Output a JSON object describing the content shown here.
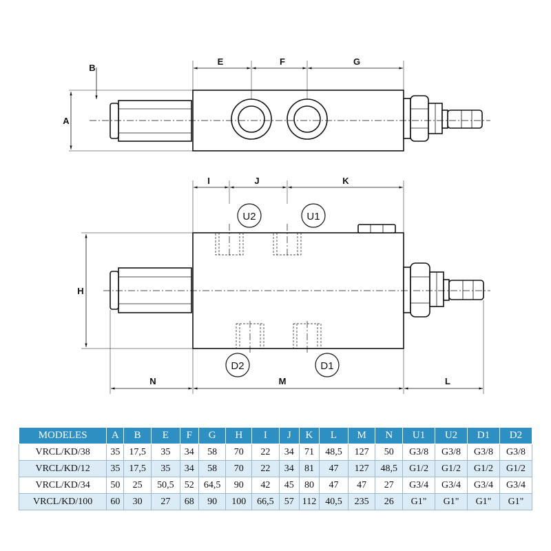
{
  "drawing": {
    "dimension_labels": {
      "a": "A",
      "b": "B",
      "e": "E",
      "f": "F",
      "g": "G",
      "h": "H",
      "i": "I",
      "j": "J",
      "k": "K",
      "l": "L",
      "m": "M",
      "n": "N"
    },
    "port_labels": {
      "u1": "U1",
      "u2": "U2",
      "d1": "D1",
      "d2": "D2"
    }
  },
  "table": {
    "headers": [
      "MODELES",
      "A",
      "B",
      "E",
      "F",
      "G",
      "H",
      "I",
      "J",
      "K",
      "L",
      "M",
      "N",
      "U1",
      "U2",
      "D1",
      "D2"
    ],
    "rows": [
      [
        "VRCL/KD/38",
        "35",
        "17,5",
        "35",
        "34",
        "58",
        "70",
        "22",
        "34",
        "71",
        "48,5",
        "127",
        "50",
        "G3/8",
        "G3/8",
        "G3/8",
        "G3/8"
      ],
      [
        "VRCL/KD/12",
        "35",
        "17,5",
        "35",
        "34",
        "58",
        "70",
        "22",
        "34",
        "81",
        "47",
        "127",
        "48,5",
        "G1/2",
        "G1/2",
        "G1/2",
        "G1/2"
      ],
      [
        "VRCL/KD/34",
        "50",
        "25",
        "50,5",
        "52",
        "64,5",
        "90",
        "42",
        "45",
        "80",
        "47",
        "47",
        "27",
        "G3/4",
        "G3/4",
        "G3/4",
        "G3/4"
      ],
      [
        "VRCL/KD/100",
        "60",
        "30",
        "27",
        "68",
        "90",
        "100",
        "66,5",
        "57",
        "112",
        "40,5",
        "235",
        "26",
        "G1\"",
        "G1\"",
        "G1\"",
        "G1\""
      ]
    ]
  }
}
